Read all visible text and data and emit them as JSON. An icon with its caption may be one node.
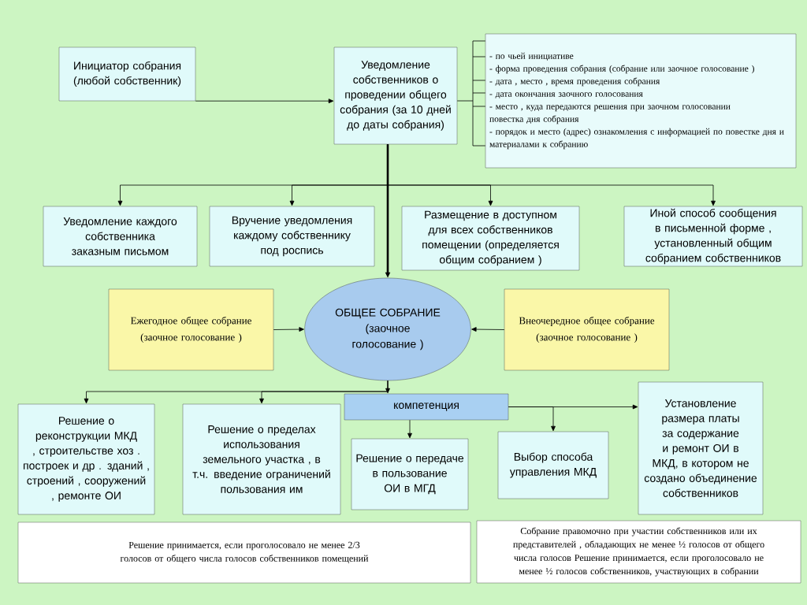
{
  "diagram": {
    "nodes": [
      {
        "text": [
          "Инициатор собрания (любой собственник)"
        ]
      },
      {
        "text": [
          "Уведомление собственников о проведении общего собрания (за 10 дней до даты собрания)"
        ]
      },
      {
        "text": [
          "- по чьей инициативе",
          "- форма проведения собрания (собрание или заочное голосование )",
          "- дата , место , время проведения собрания",
          "- дата окончания заочного голосования",
          "- место , куда передаются решения при заочном голосовании",
          "повестка дня собрания",
          "- порядок и место (адрес) ознакомления с информацией по повестке дня и материалами к собранию"
        ]
      },
      {
        "text": [
          "Уведомление каждого собственника заказным письмом"
        ]
      },
      {
        "text": [
          "Вручение уведомления каждому собственнику под роспись"
        ]
      },
      {
        "text": [
          "Размещение в доступном для всех собственников помещении (определяется общим собранием )"
        ]
      },
      {
        "text": [
          "Иной способ сообщения в письменной форме , установленный общим собранием собственников"
        ]
      },
      {
        "text": [
          "Ежегодное общее собрание (заочное голосование )"
        ]
      },
      {
        "text": [
          "ОБЩЕЕ СОБРАНИЕ (заочное голосование )"
        ]
      },
      {
        "text": [
          "Внеочередное общее собрание (заочное голосование )"
        ]
      },
      {
        "text": [
          "компетенция"
        ]
      },
      {
        "text": [
          "Решение о реконструкции МКД , строительстве хоз . построек и др . зданий , строений , сооружений , ремонте ОИ"
        ]
      },
      {
        "text": [
          "Решение о пределах использования земельного участка , в т.ч. введение ограничений пользования им"
        ]
      },
      {
        "text": [
          "Решение о передаче в пользование ОИ в МГД"
        ]
      },
      {
        "text": [
          "Выбор способа управления МКД"
        ]
      },
      {
        "text": [
          "Установление размера платы за содержание и ремонт ОИ в МКД, в котором не создано объединение собственников"
        ]
      },
      {
        "text": [
          "Решение принимается, если проголосовало не менее 2/3 голосов от общего числа голосов собственников помещений"
        ]
      },
      {
        "text": [
          "Собрание правомочно при участии собственников или их представителей , обладающих не менее ½ голосов от общего числа голосов Решение принимается, если проголосовало не менее ½ голосов собственников, участвующих в собрании"
        ]
      }
    ],
    "edges": [
      {
        "from": 0,
        "to": 1,
        "arrow": "to"
      },
      {
        "from": 1,
        "to": 2,
        "arrow": "none"
      },
      {
        "from": 1,
        "to": 3,
        "arrow": "to"
      },
      {
        "from": 1,
        "to": 4,
        "arrow": "to"
      },
      {
        "from": 1,
        "to": 5,
        "arrow": "to"
      },
      {
        "from": 1,
        "to": 6,
        "arrow": "to"
      },
      {
        "from": 1,
        "to": 8,
        "arrow": "to",
        "style": "thick"
      },
      {
        "from": 7,
        "to": 8,
        "arrow": "to"
      },
      {
        "from": 9,
        "to": 8,
        "arrow": "to"
      },
      {
        "from": 8,
        "to": 10,
        "arrow": "to"
      },
      {
        "from": 8,
        "to": 11,
        "arrow": "to"
      },
      {
        "from": 8,
        "to": 12,
        "arrow": "to"
      },
      {
        "from": 10,
        "to": 13,
        "arrow": "to"
      },
      {
        "from": 10,
        "to": 14,
        "arrow": "to"
      },
      {
        "from": 10,
        "to": 15,
        "arrow": "to"
      }
    ]
  }
}
